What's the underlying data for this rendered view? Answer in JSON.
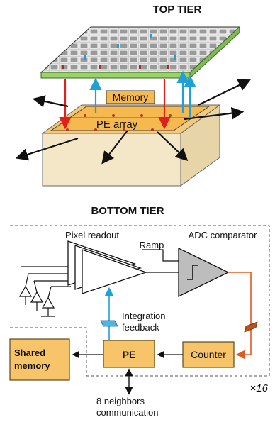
{
  "top_diagram": {
    "top_label": "TOP TIER",
    "bottom_label": "BOTTOM TIER",
    "memory_label": "Memory",
    "pe_array_label": "PE array"
  },
  "circuit": {
    "pixel_readout": "Pixel readout",
    "adc_comparator": "ADC comparator",
    "ramp": "Ramp",
    "integration_line1": "Integration",
    "integration_line2": "feedback",
    "pe": "PE",
    "counter": "Counter",
    "shared_memory_line1": "Shared",
    "shared_memory_line2": "memory",
    "neighbors_line1": "8 neighbors",
    "neighbors_line2": "communication",
    "multiplier": "×16"
  },
  "colors": {
    "box_fill": "#f7c46a",
    "box_stroke": "#5a4a20",
    "red_arrow": "#e0201b",
    "blue_arrow": "#1fa0d8",
    "green_frame": "#9ad26a",
    "orange_wire": "#e05a20",
    "brown_chip": "#c0501a",
    "cyan_chip": "#45b8e8"
  }
}
